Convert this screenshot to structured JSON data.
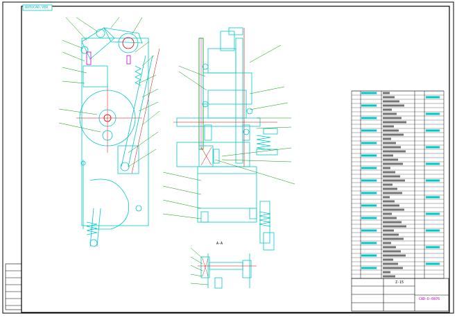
{
  "sheet": {
    "title_tag": "AUTOCAD.VER",
    "frame_color": "#000000",
    "accent_cyan": "#00c8c8",
    "accent_magenta": "#c800c8",
    "accent_green": "#009a00",
    "accent_red": "#d00000"
  },
  "section_label": "A-A",
  "title_block": {
    "drawing_name": "Z-15",
    "stamp": "CAD-D-0876"
  }
}
